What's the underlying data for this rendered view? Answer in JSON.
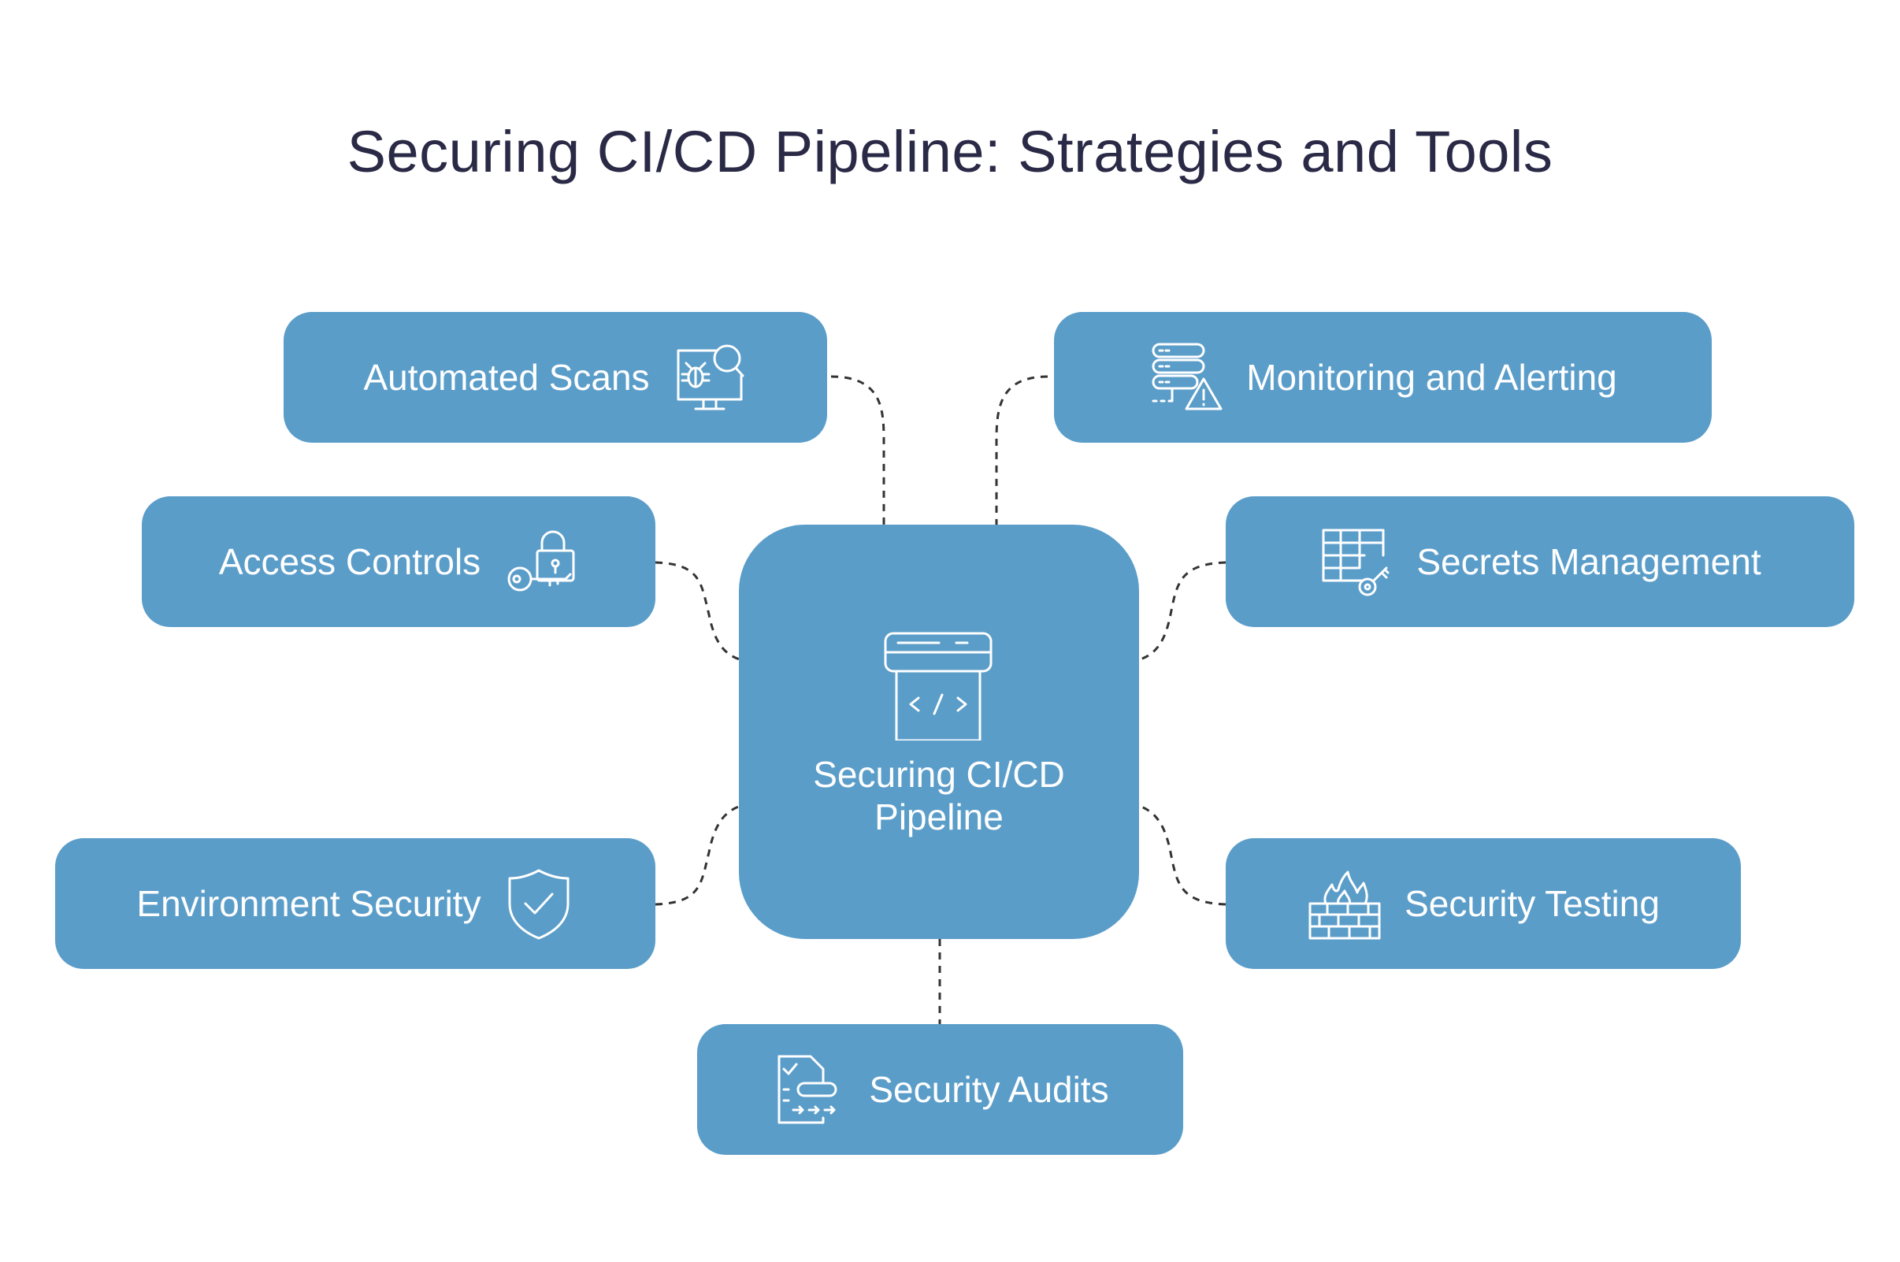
{
  "title": "Securing CI/CD Pipeline: Strategies and Tools",
  "colors": {
    "box": "#5b9dc9",
    "title": "#2a2a47",
    "connector": "#333333",
    "icon_stroke": "#ffffff"
  },
  "hub": {
    "line1": "Securing CI/CD",
    "line2": "Pipeline",
    "icon": "code-window-icon"
  },
  "nodes": {
    "automated_scans": {
      "label": "Automated Scans",
      "icon": "bug-scan-monitor-icon"
    },
    "access_controls": {
      "label": "Access Controls",
      "icon": "key-lock-icon"
    },
    "environment_security": {
      "label": "Environment Security",
      "icon": "shield-check-icon"
    },
    "security_audits": {
      "label": "Security Audits",
      "icon": "audit-document-icon"
    },
    "monitoring_alerting": {
      "label": "Monitoring and Alerting",
      "icon": "server-alert-icon"
    },
    "secrets_management": {
      "label": "Secrets Management",
      "icon": "table-key-icon"
    },
    "security_testing": {
      "label": "Security Testing",
      "icon": "firewall-icon"
    }
  }
}
